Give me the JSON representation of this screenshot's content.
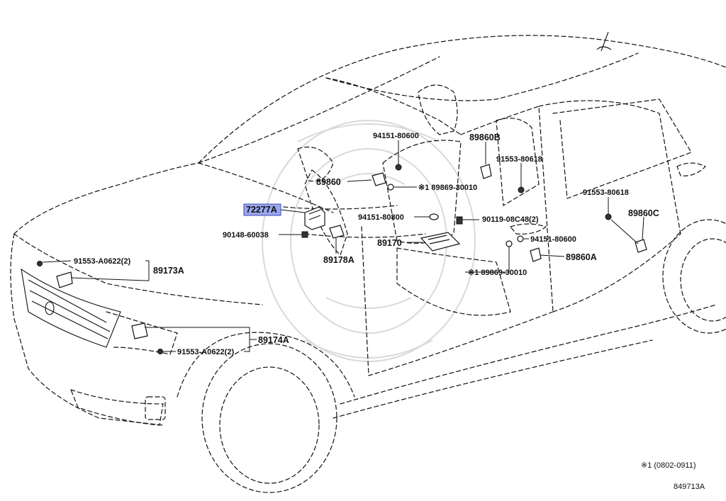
{
  "labels": {
    "p72277A": "72277A",
    "p90148": "90148-60038",
    "p91553_a_top": "91553-A0622(2)",
    "p89173A": "89173A",
    "p89174A": "89174A",
    "p91553_a_bot": "91553-A0622(2)",
    "p94151_top": "94151-80600",
    "p89860": "89860",
    "p89869_top": "※1 89869-30010",
    "p94151_mid": "94151-80800",
    "p89178A": "89178A",
    "p89170": "89170",
    "p89860B": "89860B",
    "p91553_806_a": "91553-80618",
    "p90119": "90119-08C48(2)",
    "p91553_806_b": "91553-80618",
    "p89860C": "89860C",
    "p94151_right": "94151-80600",
    "p89860A": "89860A",
    "p89869_bot": "※1 89869-30010"
  },
  "footnote": "※1 (0802-0911)",
  "diagram_code": "849713A",
  "colors": {
    "highlight": "#9aa6ee",
    "line": "#111111"
  }
}
